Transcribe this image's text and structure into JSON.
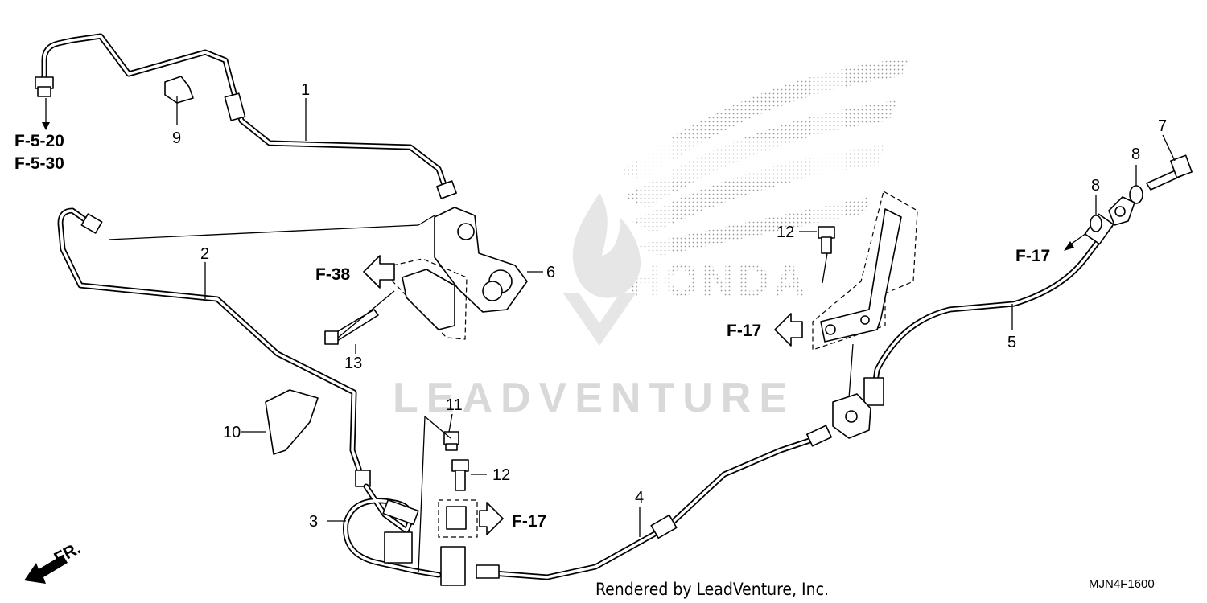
{
  "part_labels": {
    "p1": "1",
    "p2": "2",
    "p3": "3",
    "p4": "4",
    "p5": "5",
    "p6": "6",
    "p7": "7",
    "p8a": "8",
    "p8b": "8",
    "p9": "9",
    "p10": "10",
    "p11": "11",
    "p12a": "12",
    "p12b": "12",
    "p13": "13"
  },
  "refs": {
    "f520": "F-5-20",
    "f530": "F-5-30",
    "f38": "F-38",
    "f17_center": "F-17",
    "f17_right": "F-17",
    "f17_bottom": "F-17",
    "fr": "FR."
  },
  "watermark": {
    "brand": "HONDA",
    "company": "LEADVENTURE"
  },
  "footer": {
    "rendered_by": "Rendered by LeadVenture, Inc.",
    "diagram_code": "MJN4F1600"
  },
  "colors": {
    "line": "#000000",
    "watermark": "#d9d9d9",
    "background": "#ffffff"
  }
}
